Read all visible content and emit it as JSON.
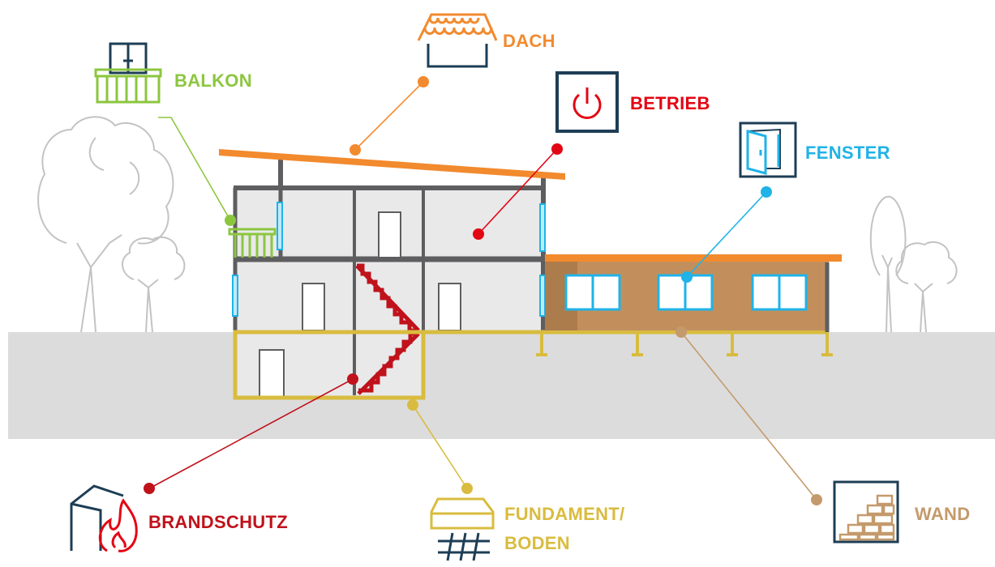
{
  "labels": {
    "dach": "DACH",
    "balkon": "BALKON",
    "betrieb": "BETRIEB",
    "fenster": "FENSTER",
    "brandschutz": "BRANDSCHUTZ",
    "fundament_line1": "FUNDAMENT/",
    "fundament_line2": "BODEN",
    "wand": "WAND"
  },
  "colors": {
    "dach": "#f28a2e",
    "balkon": "#8cc63f",
    "betrieb": "#e30613",
    "fenster": "#1fb3e8",
    "brandschutz": "#c0121b",
    "fundament": "#d9bc3f",
    "wand": "#c49a6c",
    "icon_frame": "#1d3e55",
    "ground": "#dcdcdd",
    "house_fill": "#e9e9ea",
    "wall_gray": "#5e5e60",
    "extension_fill": "#c28f5c",
    "tree": "#c3c3c4"
  },
  "icons": [
    "roof-icon",
    "balcony-icon",
    "power-icon",
    "window-icon",
    "fire-house-icon",
    "foundation-icon",
    "brick-wall-icon"
  ]
}
